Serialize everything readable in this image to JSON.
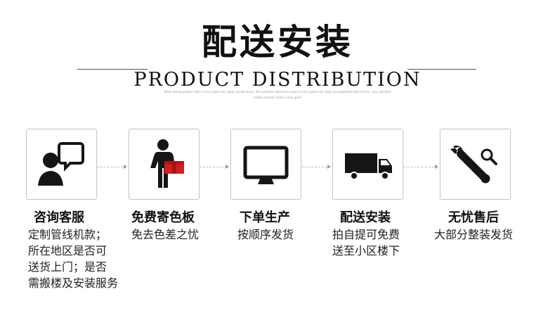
{
  "header": {
    "title": "配送安装",
    "subtitle": "PRODUCT DISTRIBUTION",
    "fine_print_1": "Make strong product daily in very good very good, accept basis, the customer wherever buyers is very good also, daily accomplished with it there, very satisfied",
    "fine_print_2": "satisfy product, tasks a very good"
  },
  "steps": [
    {
      "title": "咨询客服",
      "icon": "customer-service-icon",
      "lines": [
        "定制管线机款；",
        "所在地区是否可",
        "送货上门；是否",
        "需搬楼及安装服务"
      ]
    },
    {
      "title": "免费寄色板",
      "icon": "delivery-person-icon",
      "lines": [
        "免去色差之忧"
      ]
    },
    {
      "title": "下单生产",
      "icon": "monitor-icon",
      "lines": [
        "按顺序发货"
      ]
    },
    {
      "title": "配送安装",
      "icon": "truck-icon",
      "lines": [
        "拍自提可免费",
        "送至小区楼下"
      ]
    },
    {
      "title": "无忧售后",
      "icon": "wrench-icon",
      "lines": [
        "大部分整装发货"
      ]
    }
  ],
  "colors": {
    "package_red": "#d41f1f",
    "icon_dark": "#151515",
    "border": "#c8c8c8"
  }
}
